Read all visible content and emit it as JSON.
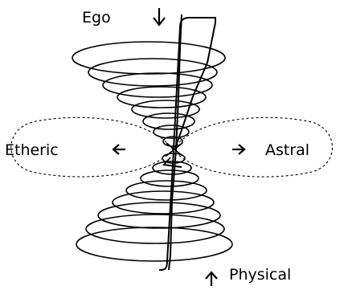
{
  "labels": {
    "top": "Ego",
    "left": "Etheric",
    "right": "Astral",
    "bottom": "Physical"
  },
  "icons": {
    "top": "arrow-down-icon",
    "left": "arrow-left-icon",
    "right": "arrow-right-icon",
    "bottom": "arrow-up-icon"
  },
  "colors": {
    "ink": "#000000",
    "background": "#ffffff"
  }
}
